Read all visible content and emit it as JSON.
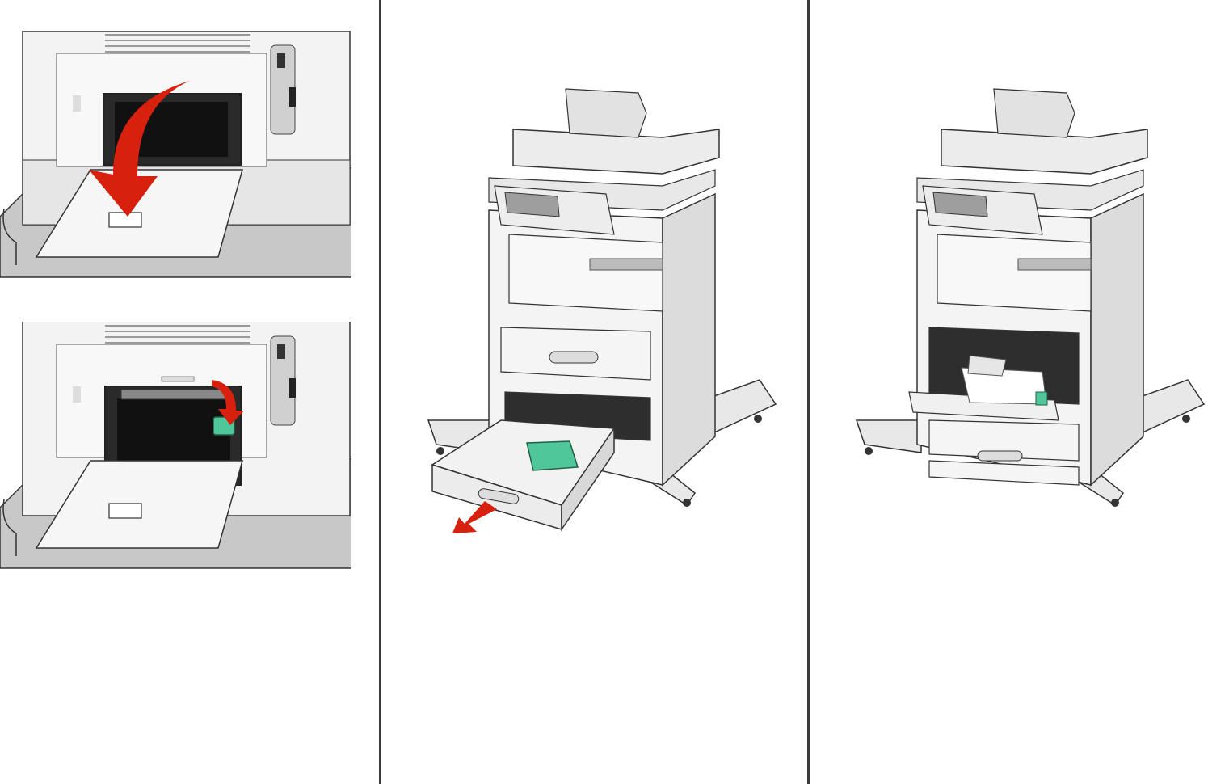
{
  "colors": {
    "arrow_red": "#d8200e",
    "latch_green": "#4fc79a",
    "divider": "#3a3a3a",
    "printer_body": "#f2f2f2",
    "floor_gray": "#c9c9c9"
  },
  "panels": [
    {
      "step": "rear-door-open",
      "icon": "curved-arrow-down"
    },
    {
      "step": "rear-latch-press",
      "icon": "curved-arrow-small"
    },
    {
      "step": "tray-pull-out",
      "icon": "straight-arrow"
    },
    {
      "step": "tray-removed-paper-jam",
      "icon": "paper-jam"
    }
  ]
}
